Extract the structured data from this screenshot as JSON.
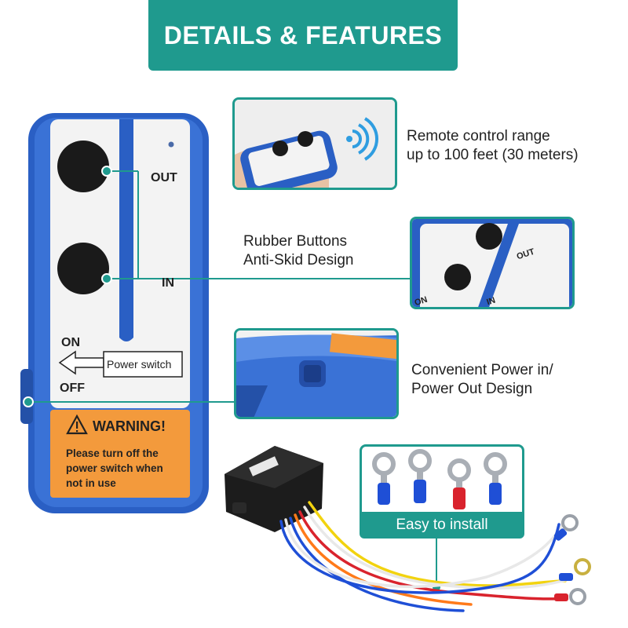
{
  "banner": {
    "title": "DETAILS & FEATURES"
  },
  "remote": {
    "out_label": "OUT",
    "in_label": "IN",
    "on_label": "ON",
    "off_label": "OFF",
    "power_switch_label": "Power switch",
    "warning_title": "WARNING!",
    "warning_line1": "Please turn off the",
    "warning_line2": "power switch when",
    "warning_line3": "not  in  use"
  },
  "features": [
    {
      "line1": "Remote control range",
      "line2": "up to 100 feet (30 meters)"
    },
    {
      "line1": "Rubber Buttons",
      "line2": "Anti-Skid Design"
    },
    {
      "line1": "Convenient Power in/",
      "line2": "Power Out Design"
    }
  ],
  "inset_labels": {
    "out": "OUT",
    "in": "IN",
    "on": "ON"
  },
  "install": {
    "label": "Easy to install"
  },
  "colors": {
    "teal": "#1f9a8e",
    "remote_blue": "#2a5fc4",
    "warning_orange": "#f39a3c",
    "wire_red": "#d9232d",
    "wire_yellow": "#f2d30f",
    "wire_blue": "#1f4fd6"
  }
}
